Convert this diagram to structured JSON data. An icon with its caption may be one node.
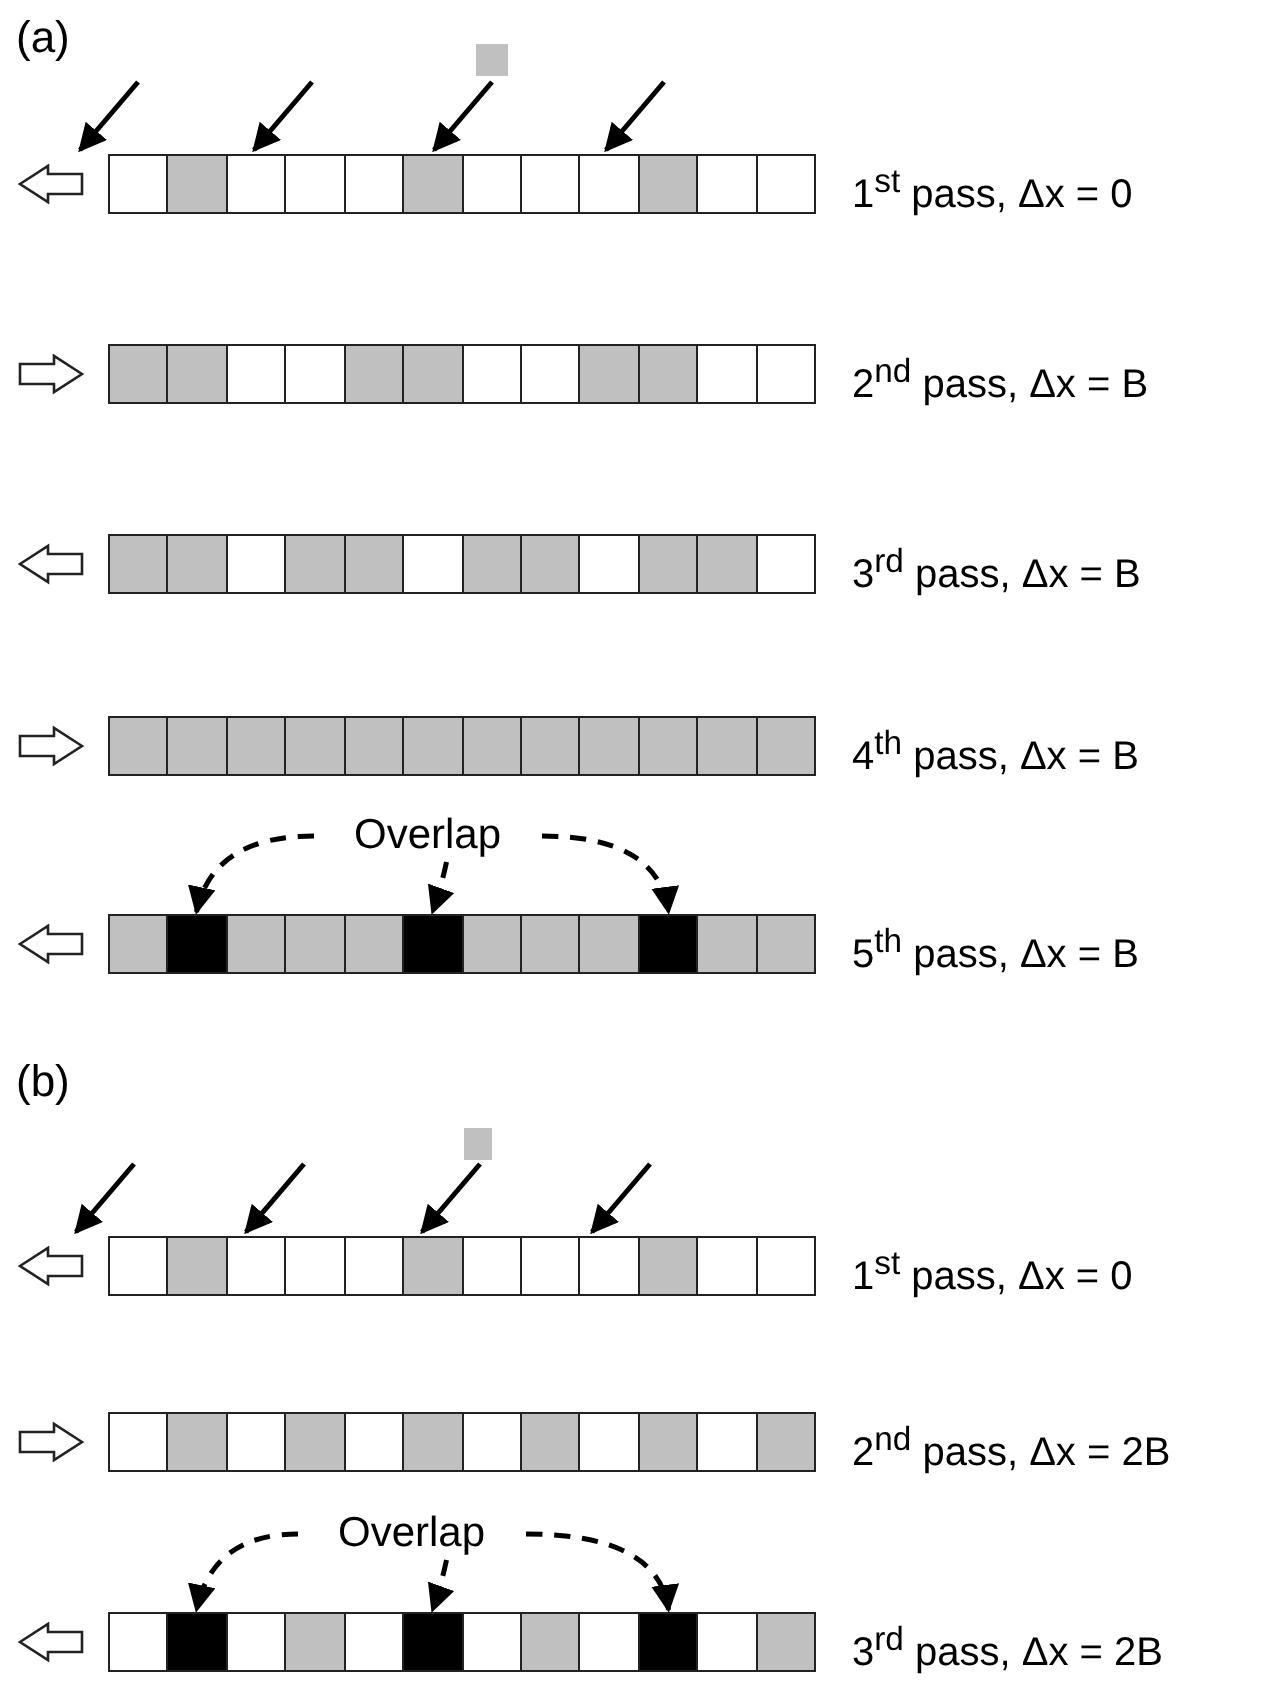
{
  "diagram": {
    "nodes": [
      {
        "text": [],
        "shape": "bar",
        "beside": [
          "1$^{st}$ pass, Δx = 0"
        ]
      },
      {
        "text": [],
        "shape": "bar",
        "beside": [
          "2$^{nd}$ pass, Δx = B"
        ]
      },
      {
        "text": [],
        "shape": "bar",
        "beside": [
          "3$^{rd}$ pass, Δx = B"
        ]
      },
      {
        "text": [],
        "shape": "bar",
        "beside": [
          "4$^{th}$ pass, Δx = B"
        ]
      },
      {
        "text": [
          "Overlap"
        ]
      },
      {
        "text": [],
        "shape": "bar",
        "beside": [
          "5$^{th}$ pass, Δx = B"
        ]
      },
      {
        "text": [],
        "shape": "box",
        "in": 5
      },
      {
        "text": [],
        "shape": "box",
        "in": 5
      },
      {
        "text": [],
        "shape": "box",
        "in": 5
      },
      {
        "text": [],
        "shape": "bar",
        "beside": [
          "1$^{st}$ pass, Δx = 0"
        ]
      },
      {
        "text": [],
        "shape": "bar",
        "beside": [
          "2$^{nd}$ pass, Δx = 2B"
        ]
      },
      {
        "text": [
          "Overlap"
        ]
      },
      {
        "text": [],
        "shape": "bar",
        "beside": [
          "3$^{rd}$ pass, Δx = 2B"
        ]
      },
      {
        "text": [],
        "shape": "box",
        "in": 12
      },
      {
        "text": [],
        "shape": "box",
        "in": 12
      },
      {
        "text": [],
        "shape": "box",
        "in": 12
      }
    ],
    "edges": [
      {
        "from": null,
        "to": 0,
        "arrow": "to"
      },
      {
        "from": null,
        "to": 0,
        "arrow": "to"
      },
      {
        "from": null,
        "to": 0,
        "arrow": "to"
      },
      {
        "from": null,
        "to": 0,
        "arrow": "to"
      },
      {
        "from": 4,
        "to": 6,
        "arrow": "to",
        "style": "dashed"
      },
      {
        "from": 4,
        "to": 7,
        "arrow": "to",
        "style": "dashed"
      },
      {
        "from": 4,
        "to": 8,
        "arrow": "to",
        "style": "dashed"
      },
      {
        "from": null,
        "to": 9,
        "arrow": "to"
      },
      {
        "from": null,
        "to": 9,
        "arrow": "to"
      },
      {
        "from": null,
        "to": 9,
        "arrow": "to"
      },
      {
        "from": null,
        "to": 9,
        "arrow": "to"
      },
      {
        "from": 11,
        "to": 13,
        "arrow": "to",
        "style": "dashed"
      },
      {
        "from": 11,
        "to": 14,
        "arrow": "to",
        "style": "dashed"
      },
      {
        "from": 11,
        "to": 15,
        "arrow": "to",
        "style": "dashed"
      }
    ],
    "labels": [
      "(a)",
      "(b)"
    ]
  }
}
